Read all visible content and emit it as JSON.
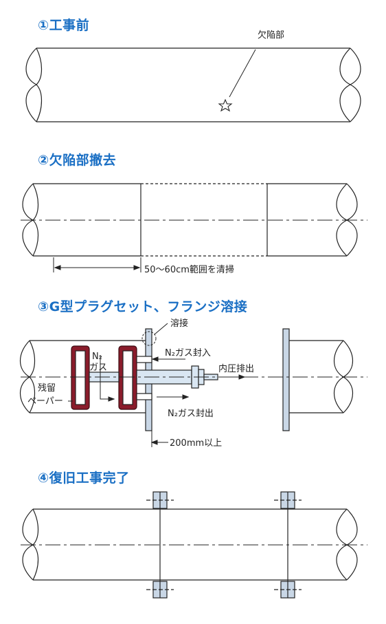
{
  "steps": [
    {
      "title": "①工事前"
    },
    {
      "title": "②欠陥部撤去"
    },
    {
      "title": "③G型プラグセット、フランジ溶接"
    },
    {
      "title": "④復旧工事完了"
    }
  ],
  "labels": {
    "defect": "欠陥部",
    "removal_range": "50～60cm範囲を清掃",
    "weld": "溶接",
    "n2_inlet": "N₂ガス封入",
    "internal_pressure": "内圧排出",
    "n2_gas_1": "N₂",
    "n2_gas_2": "ガス",
    "residue_1": "残留",
    "residue_2": "ペーパー",
    "n2_seal": "N₂ガス封出",
    "min_dist": "200mm以上"
  },
  "colors": {
    "title": "#1a6fc4",
    "plug_seal": "#8a1c2b",
    "line": "#222222",
    "pipe_fill": "#ffffff",
    "rod_fill": "#d9e6f2",
    "flange_fill": "#c9d7e6"
  }
}
